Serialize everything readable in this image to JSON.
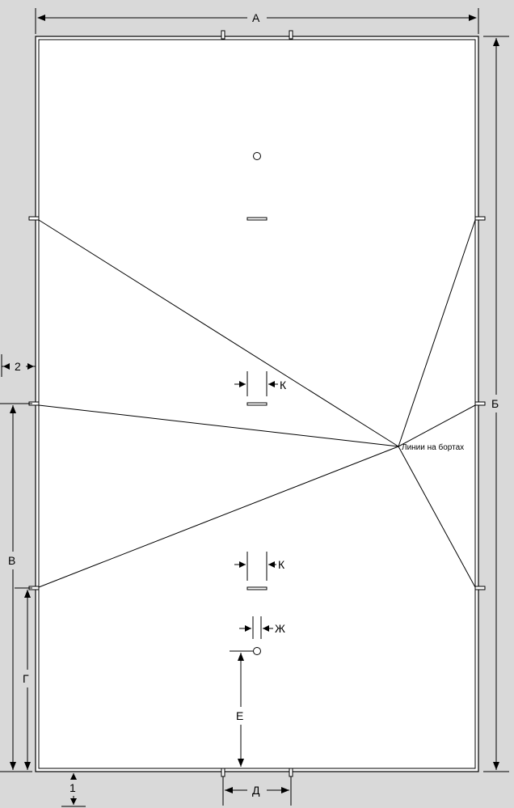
{
  "labels": {
    "a": "А",
    "b": "Б",
    "v": "В",
    "g": "Г",
    "d": "Д",
    "e": "Е",
    "zh": "Ж",
    "k_upper": "К",
    "k_lower": "К",
    "one": "1",
    "two": "2",
    "rail_lines": "Линии на бортах"
  },
  "colors": {
    "background": "#d9d9d9",
    "table": "#ffffff",
    "lines": "#000000"
  }
}
